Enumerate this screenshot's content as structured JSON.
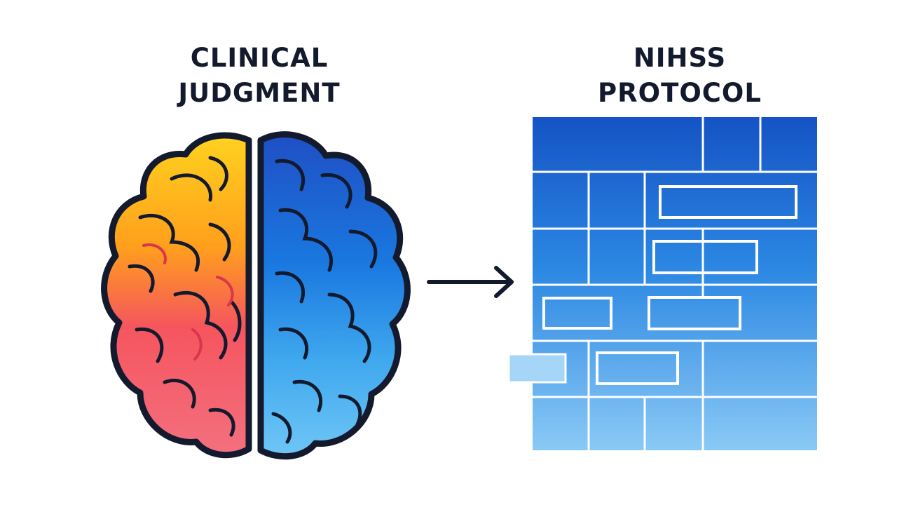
{
  "titles": {
    "left": [
      "CLINICAL",
      "JUDGMENT"
    ],
    "right": [
      "NIHSS",
      "PROTOCOL"
    ]
  },
  "icons": {
    "left": "brain-icon",
    "connector": "arrow-right-icon",
    "right": "flowchart-grid-icon"
  },
  "colors": {
    "outline": "#141a2e",
    "brain_left_gradient": [
      "#ffd21f",
      "#ff9f1c",
      "#f5555e",
      "#f4707f"
    ],
    "brain_right_gradient": [
      "#1f4fc4",
      "#1a78e0",
      "#3fa8ee",
      "#6fc6f6"
    ],
    "protocol_gradient": [
      "#1553c4",
      "#2b87e3",
      "#8ac9f5"
    ]
  }
}
